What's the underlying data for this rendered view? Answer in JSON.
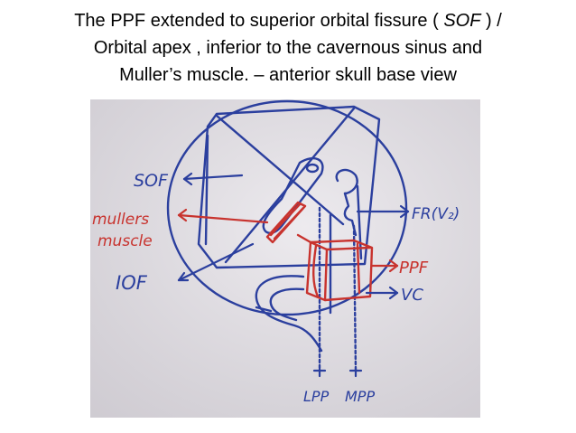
{
  "slide": {
    "title_lines": [
      "The PPF extended to  superior orbital fissure ( SOF ) /",
      "Orbital apex , inferior to the cavernous sinus and",
      "Muller’s muscle. – anterior skull base view"
    ],
    "title_emphasis": "SOF"
  },
  "diagram": {
    "labels": {
      "sof": "SOF",
      "mullers_line1": "mullers",
      "mullers_line2": "muscle",
      "iof": "IOF",
      "fr": "FR(V₂)",
      "ppf": "PPF",
      "vc": "VC",
      "lpp": "LPP",
      "mpp": "MPP"
    },
    "colors": {
      "ink_blue": "#2b3f9e",
      "ink_red": "#c8332e",
      "paper": "#e8e5e9"
    }
  }
}
